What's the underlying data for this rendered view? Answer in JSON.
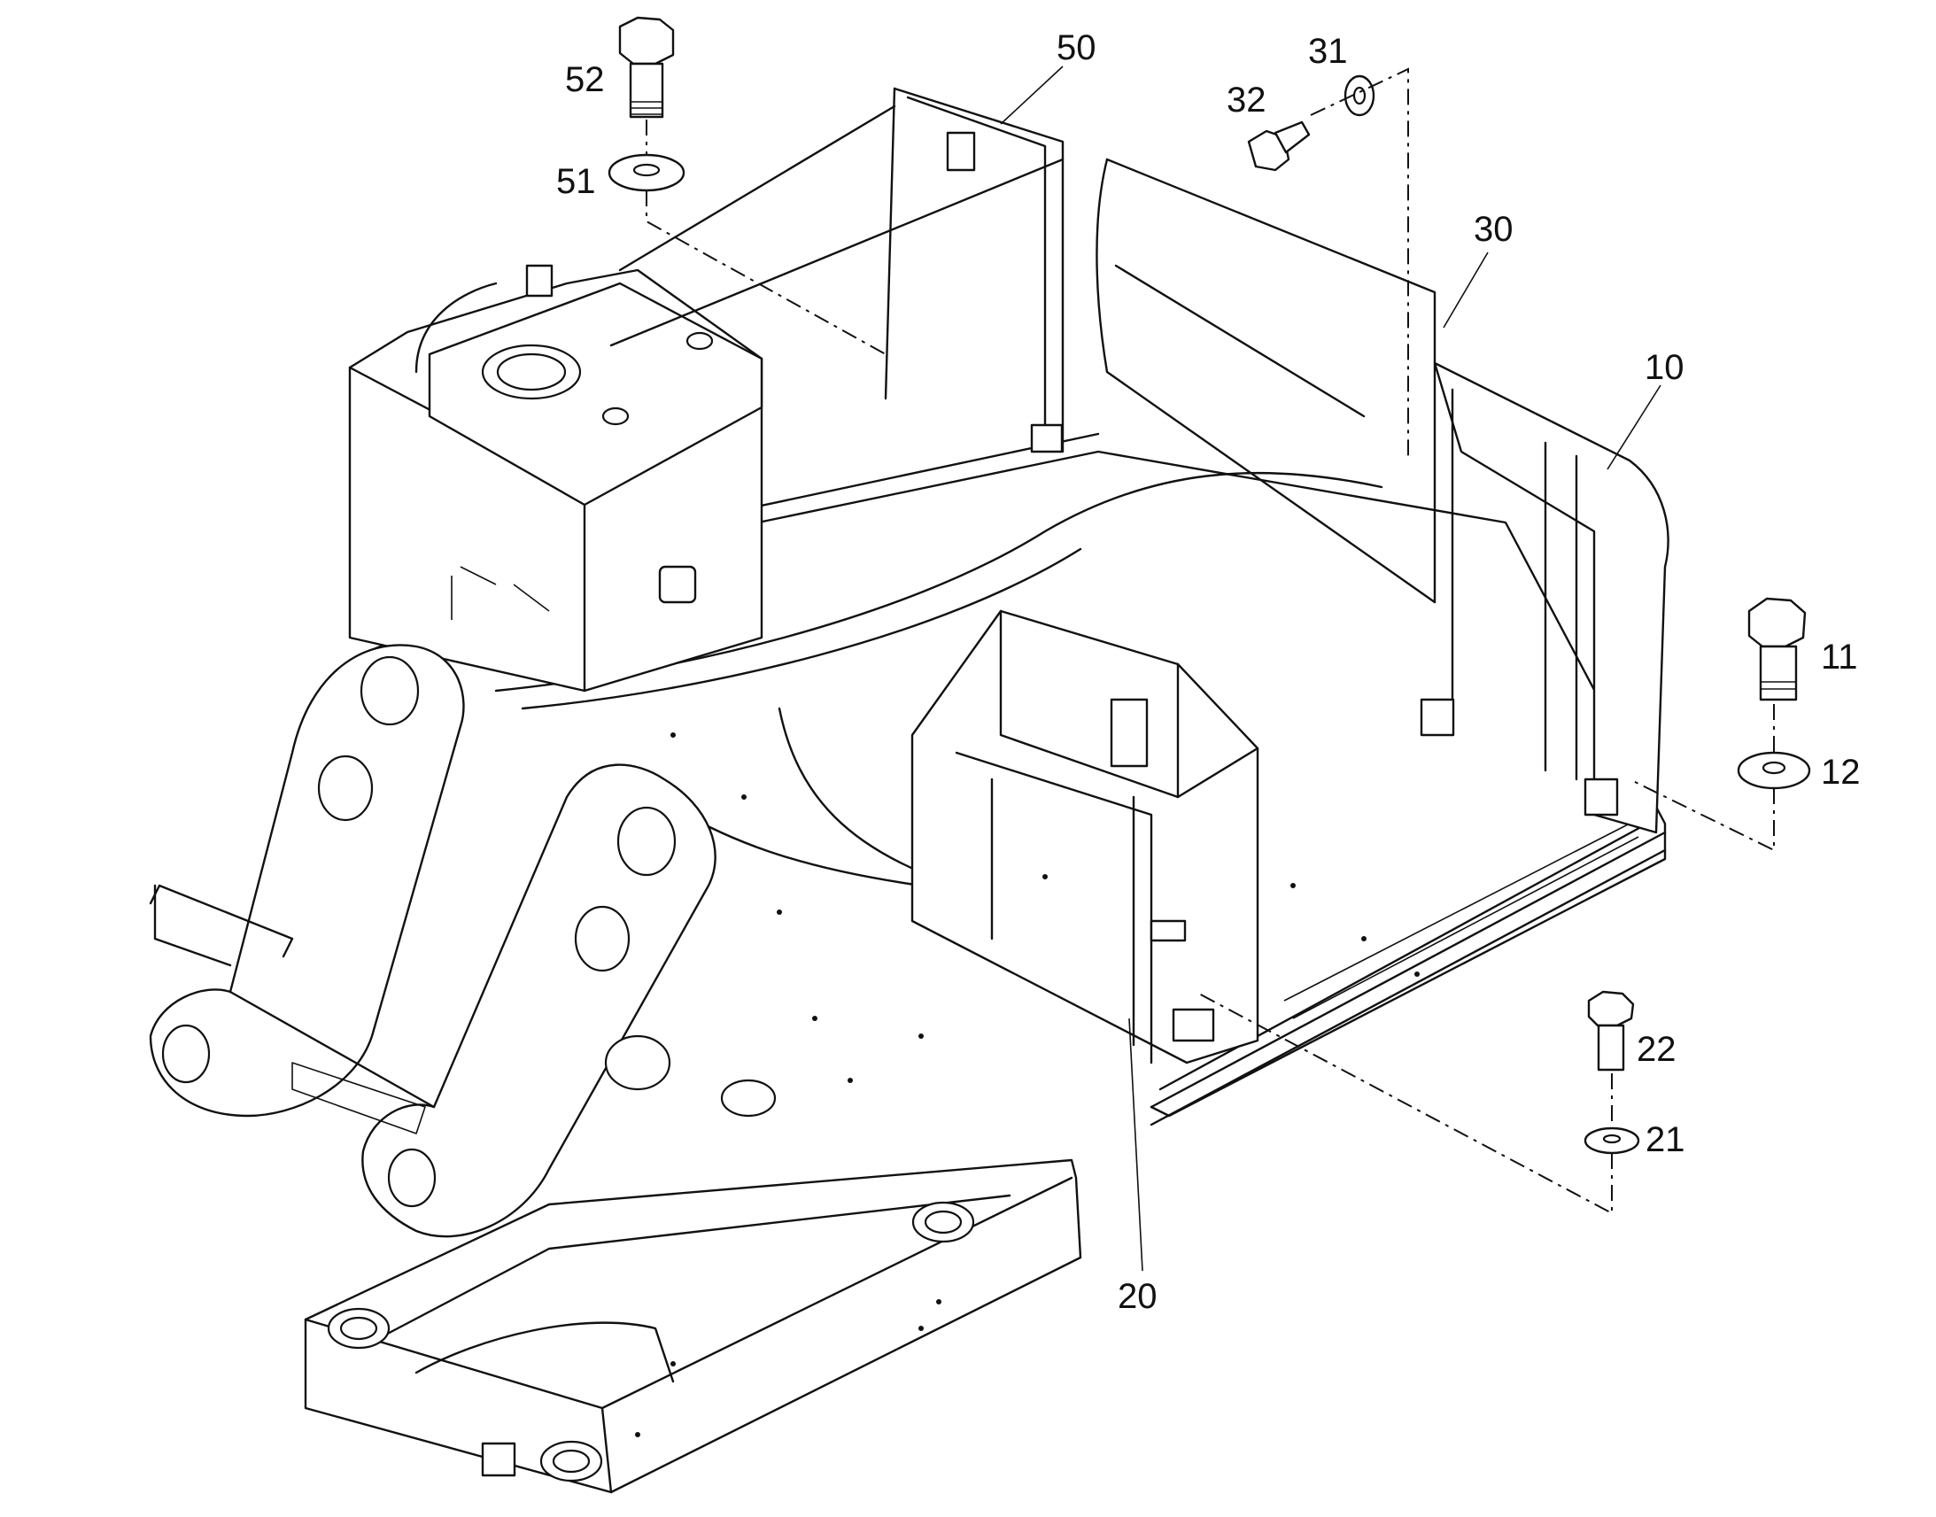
{
  "callouts": {
    "c50": "50",
    "c52": "52",
    "c51": "51",
    "c32": "32",
    "c31": "31",
    "c30": "30",
    "c10": "10",
    "c11": "11",
    "c12": "12",
    "c22": "22",
    "c21": "21",
    "c20": "20"
  }
}
